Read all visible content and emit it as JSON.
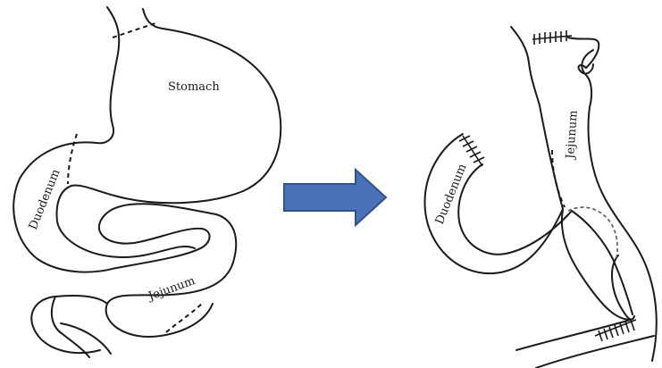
{
  "before": {
    "stomach_label": "Stomach",
    "duodenum_label": "Duodenum",
    "jejunum_label": "Jejunum"
  },
  "after": {
    "duodenum_label": "Duodenum",
    "jejunum_label": "Jejunum"
  },
  "arrow": {
    "color": "#4a72b8",
    "border_color": "#2f528f",
    "icon": "right-arrow-icon"
  }
}
